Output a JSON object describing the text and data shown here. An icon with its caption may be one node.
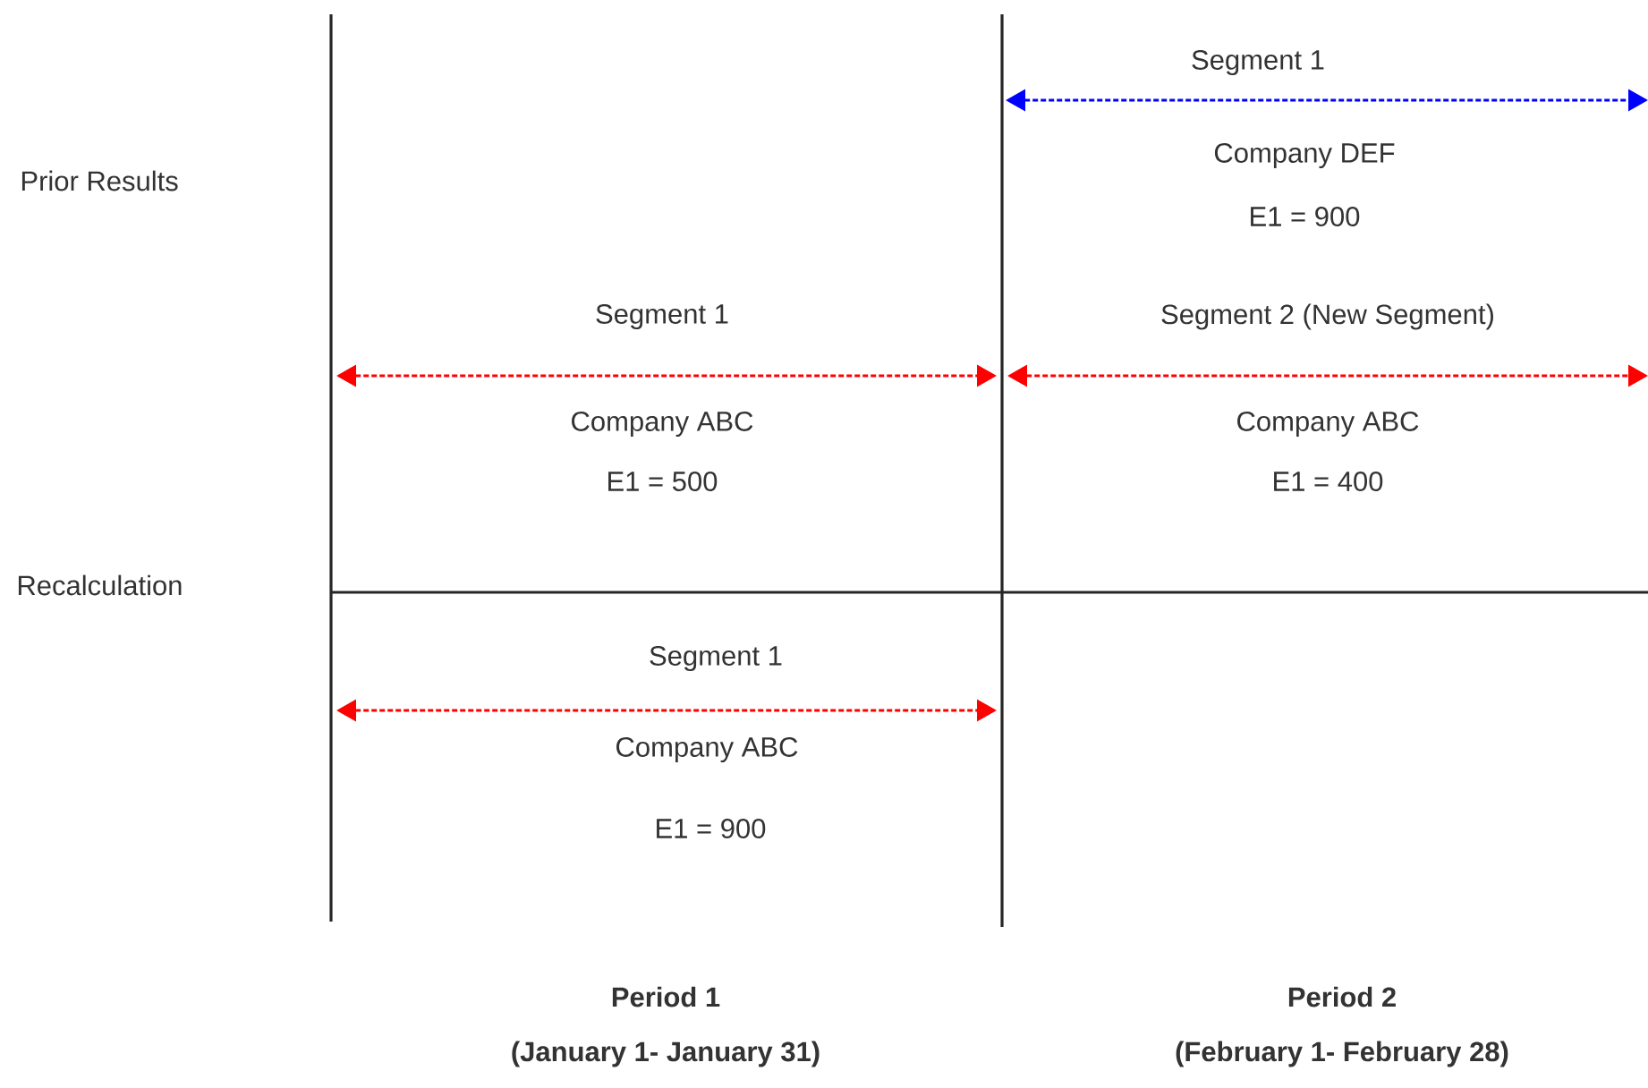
{
  "diagram": {
    "labels": [
      "Segment 1",
      "Prior Results",
      "Company DEF",
      "E1 = 900",
      "Segment 1",
      "Segment 2  (New Segment)",
      "Company ABC",
      "E1 = 500",
      "Company ABC",
      "E1 = 400",
      "Recalculation",
      "Segment 1",
      "Company ABC",
      "E1 = 900",
      "Period 1",
      "(January 1- January 31)",
      "Period 2",
      "(February 1- February 28)"
    ]
  }
}
